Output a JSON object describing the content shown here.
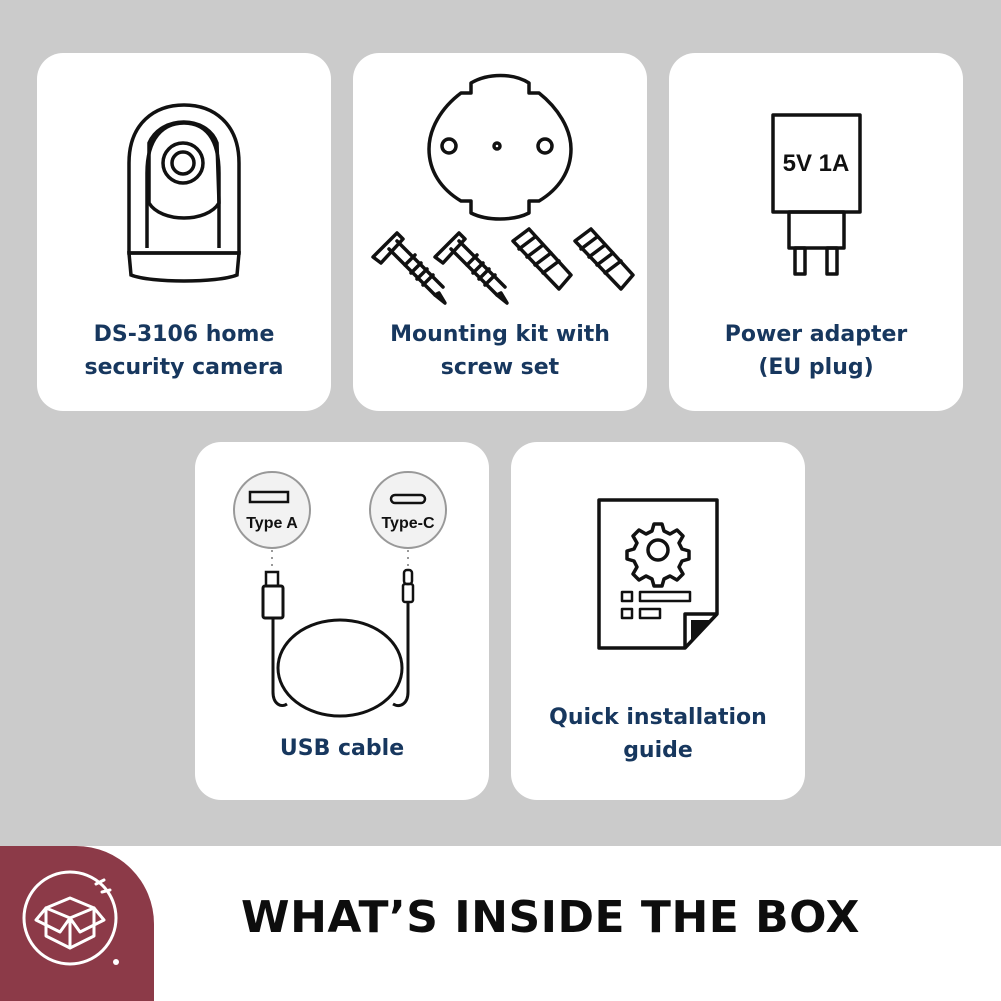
{
  "items": [
    {
      "line1": "DS-3106 home",
      "line2": "security camera",
      "icon": "security-camera-icon"
    },
    {
      "line1": "Mounting kit with",
      "line2": "screw set",
      "icon": "mounting-kit-icon"
    },
    {
      "line1": "Power adapter",
      "line2": "(EU plug)",
      "icon": "power-adapter-icon",
      "adapter_label": "5V 1A"
    },
    {
      "line1": "USB cable",
      "icon": "usb-cable-icon",
      "connector_a": "Type A",
      "connector_c": "Type-C"
    },
    {
      "line1": "Quick installation",
      "line2": "guide",
      "icon": "installation-guide-icon"
    }
  ],
  "footer": {
    "title": "WHAT’S INSIDE THE BOX",
    "icon": "open-box-icon"
  },
  "colors": {
    "background": "#cbcbcb",
    "caption": "#17375e",
    "badge": "#8c3a48"
  }
}
